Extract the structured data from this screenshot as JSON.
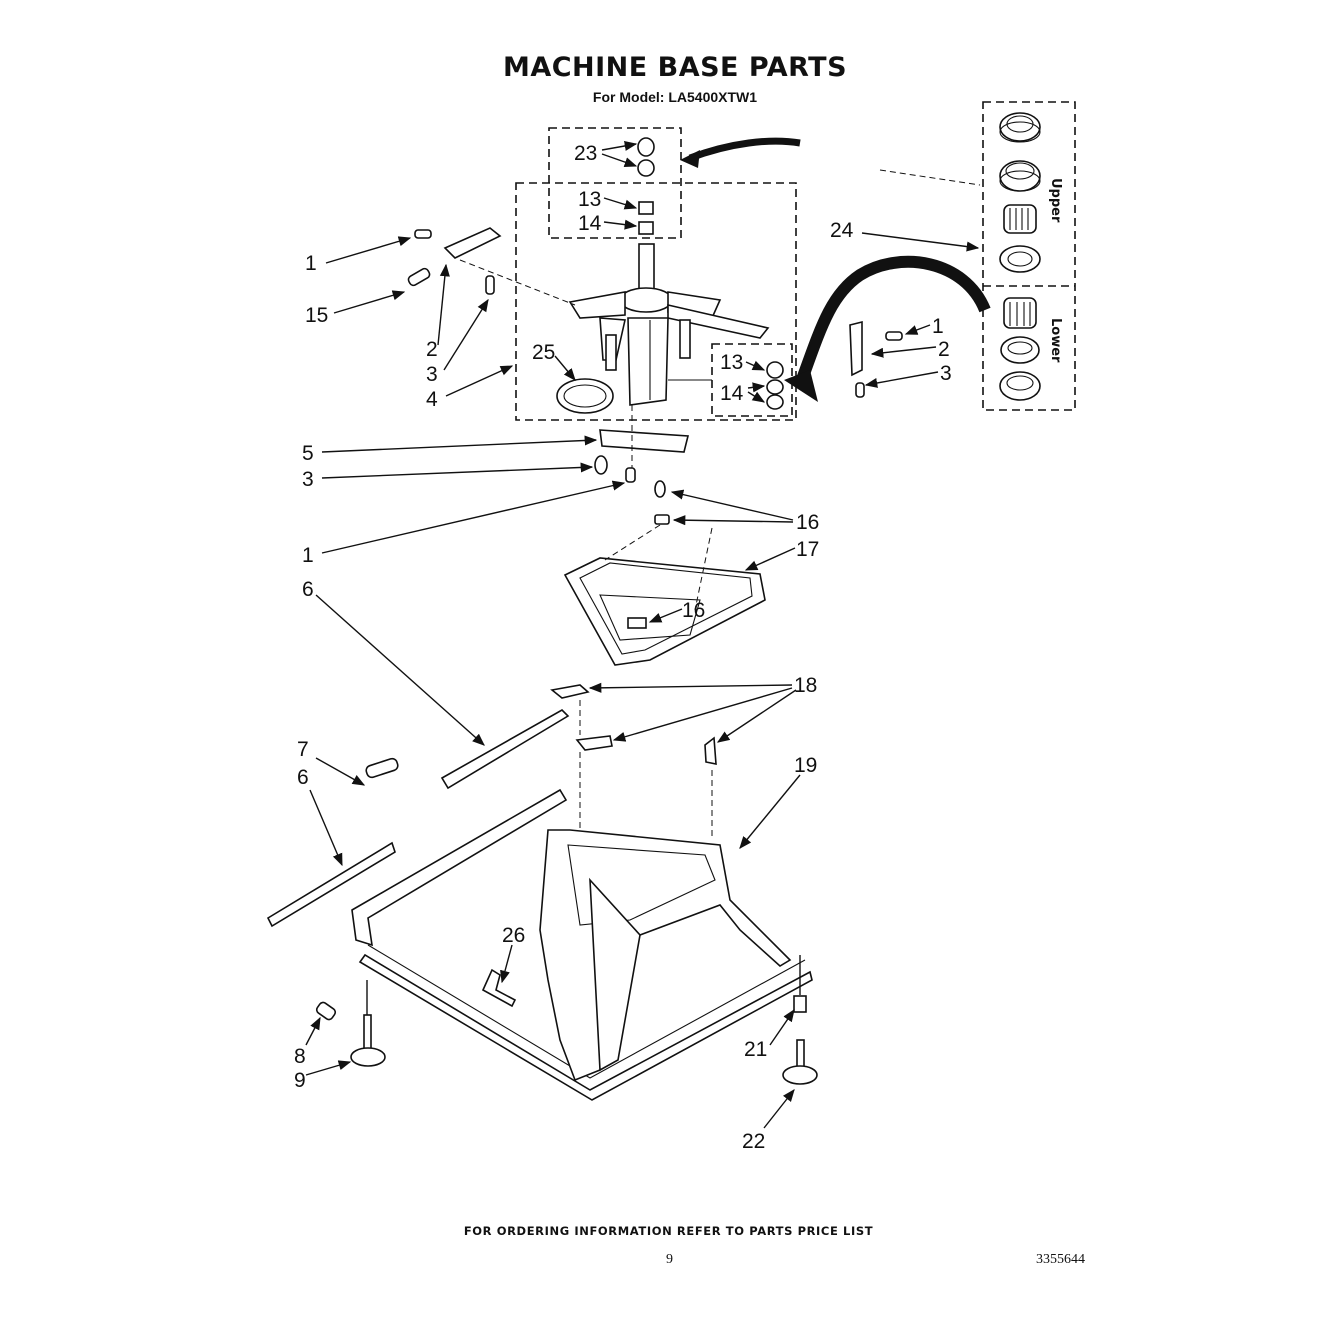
{
  "title": "MACHINE BASE PARTS",
  "subtitle": "For Model: LA5400XTW1",
  "footer_note": "FOR ORDERING INFORMATION REFER TO PARTS PRICE LIST",
  "page_number": "9",
  "document_number": "3355644",
  "inset_labels": {
    "upper": "Upper",
    "lower": "Lower"
  },
  "callouts": {
    "n23": "23",
    "n13a": "13",
    "n14a": "14",
    "n1a": "1",
    "n15": "15",
    "n2a": "2",
    "n3a": "3",
    "n4": "4",
    "n25": "25",
    "n24": "24",
    "n1b": "1",
    "n2b": "2",
    "n3b": "3",
    "n13b": "13",
    "n14b": "14",
    "n5": "5",
    "n3c": "3",
    "n1c": "1",
    "n16a": "16",
    "n17": "17",
    "n16b": "16",
    "n6a": "6",
    "n18": "18",
    "n7": "7",
    "n6b": "6",
    "n19": "19",
    "n26": "26",
    "n21": "21",
    "n8": "8",
    "n9": "9",
    "n22": "22"
  }
}
